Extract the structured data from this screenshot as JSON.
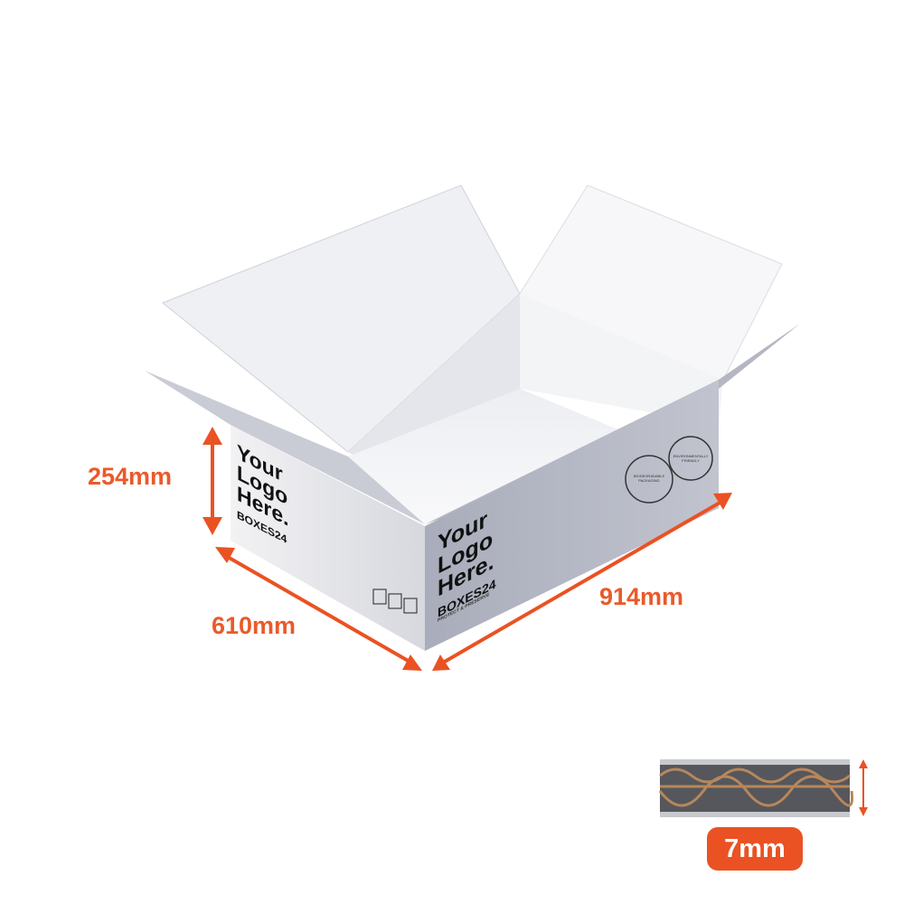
{
  "dimensions": {
    "height": "254mm",
    "width": "610mm",
    "length": "914mm",
    "wall_thickness": "7mm"
  },
  "box_print": {
    "logo_placeholder": [
      "Your",
      "Logo",
      "Here."
    ],
    "brand": "BOXES24",
    "tagline": "PROTECT & PRESERVE",
    "stamp_1": "BIODEGRADABLE PACKAGING",
    "stamp_2": "ENVIRONMENTALLY FRIENDLY"
  },
  "colors": {
    "accent": "#ea5223",
    "flute": "#b8875a"
  }
}
